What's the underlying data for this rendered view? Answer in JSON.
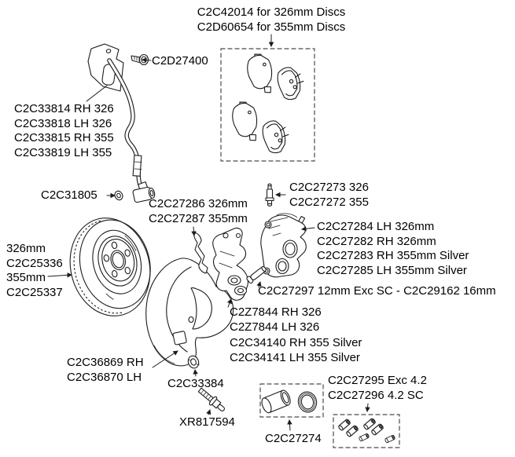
{
  "diagram": {
    "description": "Brake assembly exploded parts diagram",
    "colors": {
      "line": "#1c1c1c",
      "dashed_box": "#4a4a4a",
      "text": "#000000",
      "background": "#ffffff"
    },
    "labels": {
      "pad_kit": {
        "lines": [
          "C2C42014 for 326mm Discs",
          "C2D60654 for 355mm Discs"
        ]
      },
      "bracket_bolt": {
        "lines": [
          "C2D27400"
        ]
      },
      "brake_hose": {
        "lines": [
          "C2C33814 RH 326",
          "C2C33818 LH 326",
          "C2C33815 RH 355",
          "C2C33819 LH 355"
        ]
      },
      "hose_washer": {
        "lines": [
          "C2C31805"
        ]
      },
      "pad_spring": {
        "lines": [
          "C2C27286 326mm",
          "C2C27287 355mm"
        ]
      },
      "bleed_screw": {
        "lines": [
          "C2C27273 326",
          "C2C27272 355"
        ]
      },
      "caliper": {
        "lines": [
          "C2C27284 LH 326mm",
          "C2C27282 RH 326mm",
          "C2C27283 RH 355mm Silver",
          "C2C27285 LH 355mm Silver"
        ]
      },
      "brake_disc": {
        "lines": [
          "326mm",
          "C2C25336",
          "355mm",
          "C2C25337"
        ]
      },
      "guide_pin": {
        "lines": [
          "C2C27297 12mm Exc SC - C2C29162 16mm"
        ]
      },
      "anchor_326": {
        "lines": [
          "C2Z7844 RH 326",
          "C2Z7844 LH 326"
        ]
      },
      "anchor_355": {
        "lines": [
          "C2C34140 RH 355 Silver",
          "C2C34141 LH 355 Silver"
        ]
      },
      "dust_shield": {
        "lines": [
          "C2C36869 RH",
          "C2C36870 LH"
        ]
      },
      "shield_grommet": {
        "lines": [
          "C2C33384"
        ]
      },
      "shield_bolt": {
        "lines": [
          "XR817594"
        ]
      },
      "piston_seal_kit": {
        "lines": [
          "C2C27274"
        ]
      },
      "sleeve_kit": {
        "lines": [
          "C2C27295 Exc 4.2",
          "C2C27296 4.2 SC"
        ]
      }
    }
  }
}
